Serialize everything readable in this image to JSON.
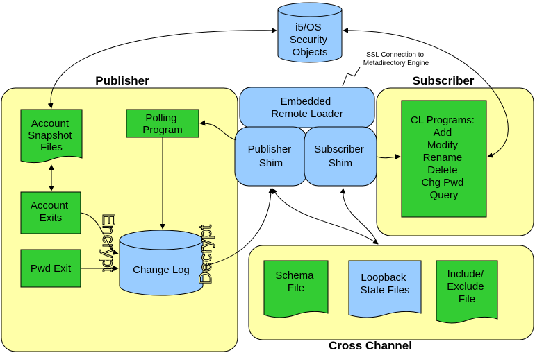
{
  "colors": {
    "panel": "#ffffa8",
    "node_green": "#33cc33",
    "node_blue": "#99ccff",
    "stroke": "#000000"
  },
  "publisher": {
    "title": "Publisher",
    "account_snapshot": [
      "Account",
      "Snapshot",
      "Files"
    ],
    "polling_program": [
      "Polling",
      "Program"
    ],
    "account_exits": [
      "Account",
      "Exits"
    ],
    "pwd_exit": "Pwd Exit",
    "change_log": "Change Log",
    "encrypt": "Encrypt",
    "decrypt": "Decrypt"
  },
  "security": [
    "i5/OS",
    "Security",
    "Objects"
  ],
  "ssl_note": [
    "SSL Connection to",
    "Metadirectory Engine"
  ],
  "remote_loader": [
    "Embedded",
    "Remote Loader"
  ],
  "publisher_shim": [
    "Publisher",
    "Shim"
  ],
  "subscriber_shim": [
    "Subscriber",
    "Shim"
  ],
  "subscriber": {
    "title": "Subscriber",
    "programs": [
      "CL Programs:",
      "Add",
      "Modify",
      "Rename",
      "Delete",
      "Chg Pwd",
      "Query"
    ]
  },
  "cross_channel": {
    "title": "Cross Channel",
    "schema_file": [
      "Schema",
      "File"
    ],
    "loopback": [
      "Loopback",
      "State Files"
    ],
    "include_exclude": [
      "Include/",
      "Exclude",
      "File"
    ]
  }
}
